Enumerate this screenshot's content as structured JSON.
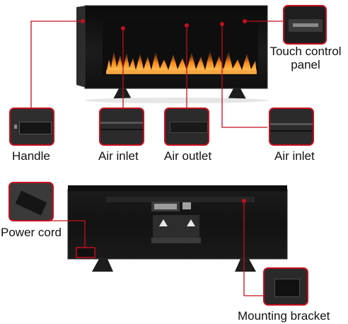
{
  "labels": {
    "touch_control_panel_line1": "Touch control",
    "touch_control_panel_line2": "panel",
    "handle": "Handle",
    "air_inlet_left": "Air inlet",
    "air_outlet": "Air outlet",
    "air_inlet_right": "Air inlet",
    "power_cord": "Power cord",
    "mounting_bracket": "Mounting bracket"
  },
  "colors": {
    "callout": "#c40f1e",
    "unit_body": "#141414",
    "flame": "#ff8c1a",
    "text": "#111111"
  }
}
